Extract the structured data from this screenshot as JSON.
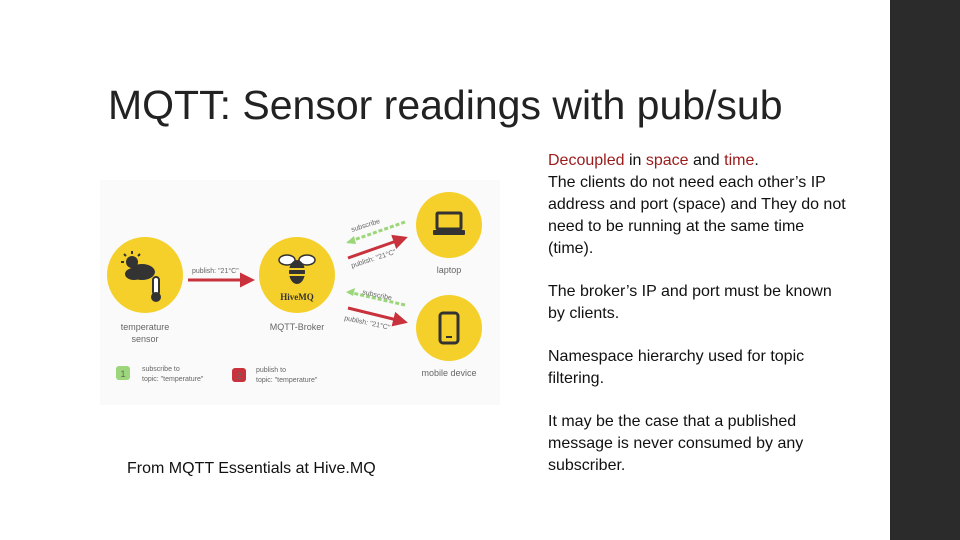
{
  "slide": {
    "title": "MQTT: Sensor readings with pub/sub",
    "caption": "From MQTT Essentials at Hive.MQ",
    "bullets": {
      "p1": {
        "decoupled": "Decoupled",
        "in": " in ",
        "space": "space",
        "and": " and ",
        "time": "time",
        "period": ".",
        "rest": "The clients do not need each other’s IP address and port (space) and They do not need to be running at the same time (time)."
      },
      "p2": "The broker’s IP and port must be known by clients.",
      "p3": "Namespace hierarchy used for topic filtering.",
      "p4": "It may be the case that a published message is never consumed by any subscriber."
    },
    "colors": {
      "accent": "#9b1b1b",
      "node": "#f5d02a",
      "arrow_red": "#c8323c",
      "arrow_green": "#9bd67a",
      "sidebar": "#2b2b2b"
    }
  },
  "diagram": {
    "nodes": {
      "sensor": {
        "label1": "temperature",
        "label2": "sensor",
        "icon": "weather-thermometer-icon"
      },
      "broker": {
        "logo": "HiveMQ",
        "label": "MQTT-Broker",
        "icon": "bee-icon"
      },
      "laptop": {
        "label": "laptop",
        "icon": "laptop-icon"
      },
      "mobile": {
        "label": "mobile device",
        "icon": "phone-icon"
      }
    },
    "arrows": {
      "publish_sensor": "publish: \"21°C\"",
      "subscribe_laptop": "subscribe",
      "publish_laptop": "publish: \"21°C\"",
      "subscribe_mobile": "subscribe",
      "publish_mobile": "publish: \"21°C\""
    },
    "steps": {
      "s1_num": "1",
      "s1_line1": "subscribe to",
      "s1_line2": "topic: \"temperature\"",
      "s2_num": "2",
      "s2_line1": "publish to",
      "s2_line2": "topic: \"temperature\""
    }
  }
}
